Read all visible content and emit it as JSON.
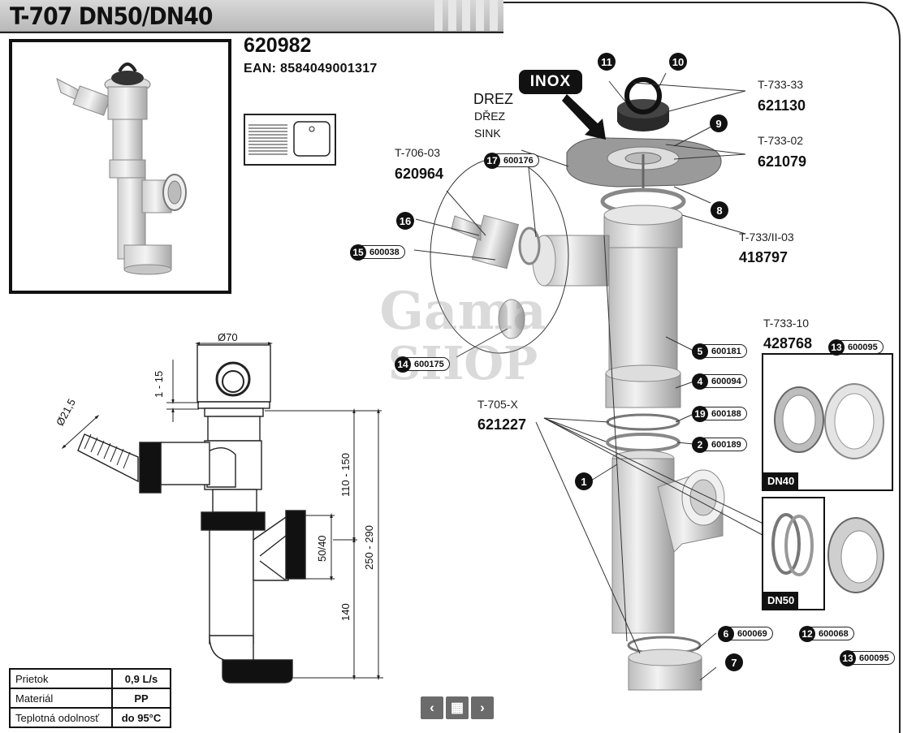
{
  "header": {
    "title": "T-707 DN50/DN40"
  },
  "product": {
    "code": "620982",
    "ean": "EAN: 8584049001317"
  },
  "watermark": {
    "line1": "Gama",
    "line2": "SHOP"
  },
  "dimensions": {
    "d70": "Ø70",
    "d215": "Ø21,5",
    "r1_15": "1 - 15",
    "r110_150": "110 - 150",
    "r250_290": "250 - 290",
    "r50_40": "50/40",
    "r140": "140"
  },
  "specs": [
    {
      "label": "Prietok",
      "value": "0,9 L/s"
    },
    {
      "label": "Materiál",
      "value": "PP"
    },
    {
      "label": "Teplotná odolnosť",
      "value": "do 95°C"
    }
  ],
  "labels": {
    "inox": "INOX",
    "drez1": "DREZ",
    "drez2": "DŘEZ",
    "drez3": "SINK",
    "t733_33": "T-733-33",
    "c621130": "621130",
    "t733_02": "T-733-02",
    "c621079": "621079",
    "t706_03": "T-706-03",
    "c620964": "620964",
    "t733_ii03": "T-733/II-03",
    "c418797": "418797",
    "t733_10": "T-733-10",
    "c428768": "428768",
    "t705x": "T-705-X",
    "c621227": "621227",
    "dn40": "DN40",
    "dn50": "DN50"
  },
  "callouts": {
    "n1": "1",
    "n7": "7",
    "n8": "8",
    "n9": "9",
    "n10": "10",
    "n11": "11",
    "n16": "16"
  },
  "pills": {
    "p17": {
      "num": "17",
      "code": "600176"
    },
    "p15": {
      "num": "15",
      "code": "600038"
    },
    "p14": {
      "num": "14",
      "code": "600175"
    },
    "p5": {
      "num": "5",
      "code": "600181"
    },
    "p4": {
      "num": "4",
      "code": "600094"
    },
    "p19": {
      "num": "19",
      "code": "600188"
    },
    "p2": {
      "num": "2",
      "code": "600189"
    },
    "p13a": {
      "num": "13",
      "code": "600095"
    },
    "p6": {
      "num": "6",
      "code": "600069"
    },
    "p12": {
      "num": "12",
      "code": "600068"
    },
    "p13b": {
      "num": "13",
      "code": "600095"
    }
  },
  "nav": {
    "prev": "‹",
    "grid": "▦",
    "next": "›"
  }
}
